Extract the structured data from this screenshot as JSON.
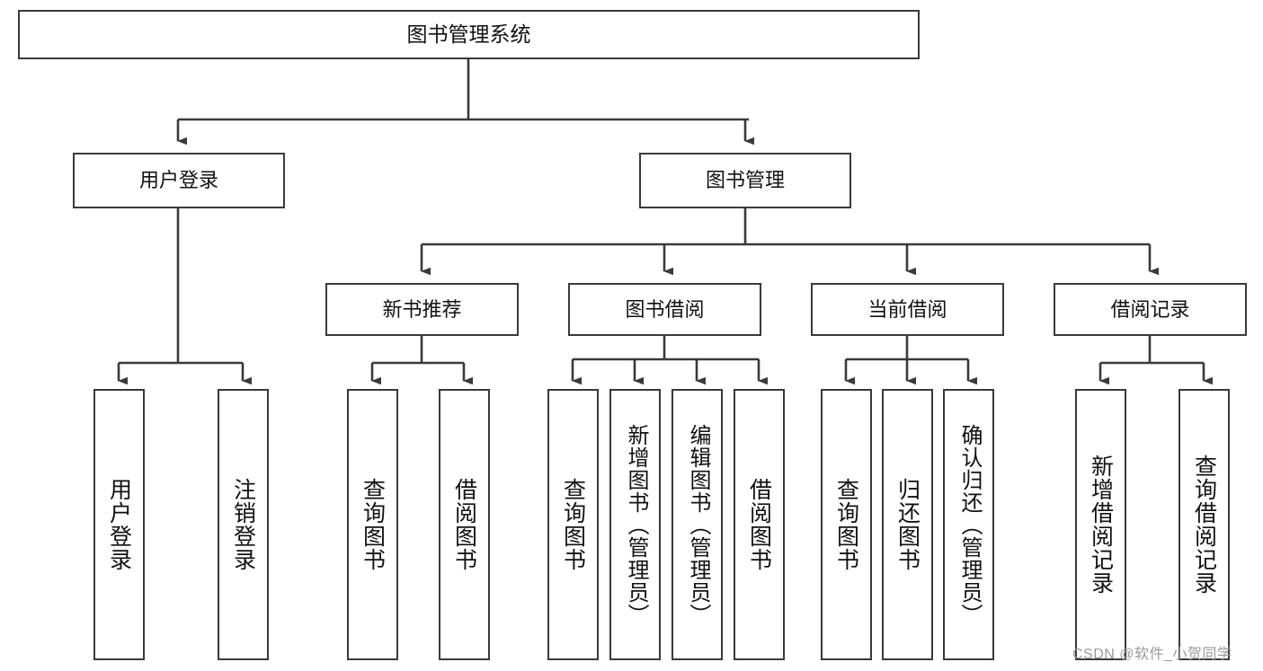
{
  "diagram": {
    "title": "图书管理系统",
    "type": "tree-hierarchy",
    "watermark": "CSDN @软件_小贺同学",
    "colors": {
      "box_border": "#3a3a3a",
      "box_fill": "#ffffff",
      "connector": "#3a3a3a",
      "text": "#111111",
      "watermark": "#9a9a9a"
    },
    "root": {
      "label": "图书管理系统"
    },
    "level2": [
      {
        "label": "用户登录"
      },
      {
        "label": "图书管理"
      }
    ],
    "level3": [
      {
        "label": "新书推荐"
      },
      {
        "label": "图书借阅"
      },
      {
        "label": "当前借阅"
      },
      {
        "label": "借阅记录"
      }
    ],
    "leaves": {
      "user_login": [
        {
          "label": "用户登录"
        },
        {
          "label": "注销登录"
        }
      ],
      "new_book_rec": [
        {
          "label": "查询图书"
        },
        {
          "label": "借阅图书"
        }
      ],
      "book_borrow": [
        {
          "label": "查询图书"
        },
        {
          "label": "新增图书（管理员）"
        },
        {
          "label": "编辑图书（管理员）"
        },
        {
          "label": "借阅图书"
        }
      ],
      "current_borrow": [
        {
          "label": "查询图书"
        },
        {
          "label": "归还图书"
        },
        {
          "label": "确认归还（管理员）"
        }
      ],
      "borrow_record": [
        {
          "label": "新增借阅记录"
        },
        {
          "label": "查询借阅记录"
        }
      ]
    }
  }
}
